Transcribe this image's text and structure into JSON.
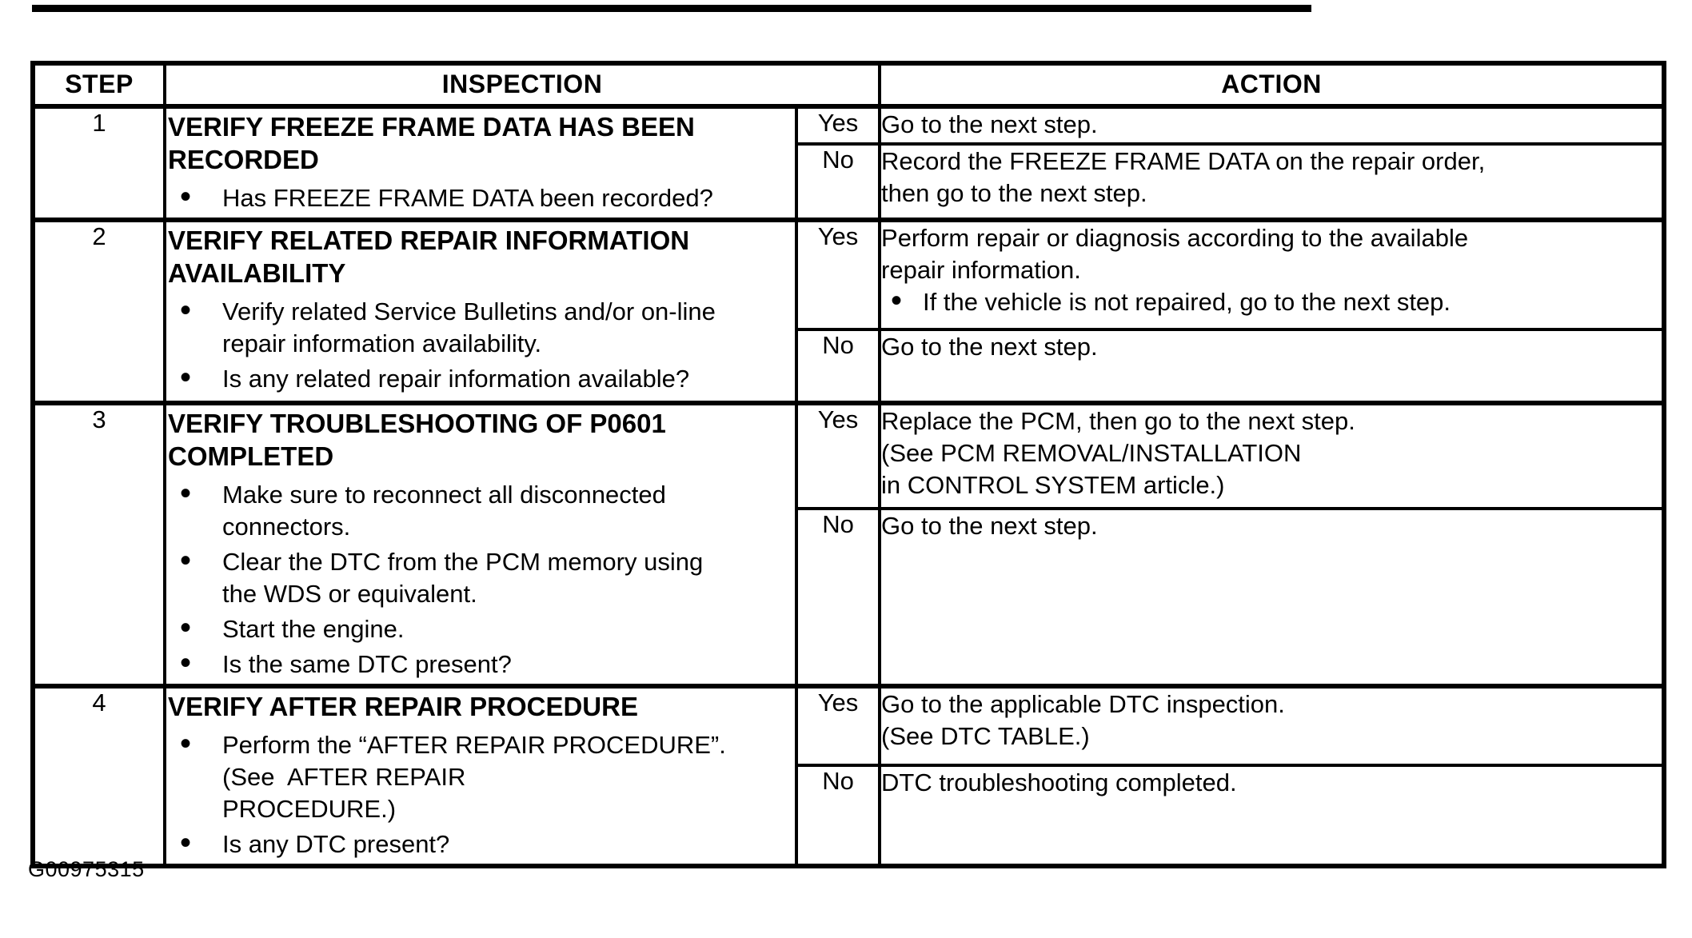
{
  "figure_code": "G00975315",
  "colors": {
    "background": "#ffffff",
    "border": "#000000",
    "text": "#000000"
  },
  "table": {
    "headers": {
      "step": "STEP",
      "inspection": "INSPECTION",
      "action": "ACTION"
    },
    "steps": [
      {
        "step": "1",
        "title": "VERIFY FREEZE FRAME DATA HAS BEEN RECORDED",
        "inspection_bullets": [
          "Has FREEZE FRAME DATA been recorded?"
        ],
        "branches": [
          {
            "answer": "Yes",
            "action_text": "Go to the next step.",
            "action_bullets": []
          },
          {
            "answer": "No",
            "action_text": "Record the FREEZE FRAME DATA on the repair order,\nthen go to the next step.",
            "action_bullets": []
          }
        ]
      },
      {
        "step": "2",
        "title": "VERIFY RELATED REPAIR INFORMATION AVAILABILITY",
        "inspection_bullets": [
          "Verify related Service Bulletins and/or on-line\nrepair information availability.",
          "Is any related repair information available?"
        ],
        "branches": [
          {
            "answer": "Yes",
            "action_text": "Perform repair or diagnosis according to the available\nrepair information.",
            "action_bullets": [
              "If the vehicle is not repaired, go to the next step."
            ]
          },
          {
            "answer": "No",
            "action_text": "Go to the next step.",
            "action_bullets": []
          }
        ]
      },
      {
        "step": "3",
        "title": "VERIFY TROUBLESHOOTING OF P0601 COMPLETED",
        "inspection_bullets": [
          "Make sure to reconnect all disconnected\nconnectors.",
          "Clear the DTC from the PCM memory using\nthe WDS or equivalent.",
          "Start the engine.",
          "Is the same DTC present?"
        ],
        "branches": [
          {
            "answer": "Yes",
            "action_text": "Replace the PCM, then go to the next step.\n(See PCM REMOVAL/INSTALLATION\nin CONTROL SYSTEM article.)",
            "action_bullets": []
          },
          {
            "answer": "No",
            "action_text": "Go to the next step.",
            "action_bullets": []
          }
        ]
      },
      {
        "step": "4",
        "title": "VERIFY AFTER REPAIR PROCEDURE",
        "inspection_bullets": [
          "Perform the “AFTER REPAIR PROCEDURE”.\n(See  AFTER REPAIR\nPROCEDURE.)",
          "Is any DTC present?"
        ],
        "branches": [
          {
            "answer": "Yes",
            "action_text": "Go to the applicable DTC inspection.\n(See DTC TABLE.)",
            "action_bullets": []
          },
          {
            "answer": "No",
            "action_text": "DTC troubleshooting completed.",
            "action_bullets": []
          }
        ]
      }
    ]
  }
}
